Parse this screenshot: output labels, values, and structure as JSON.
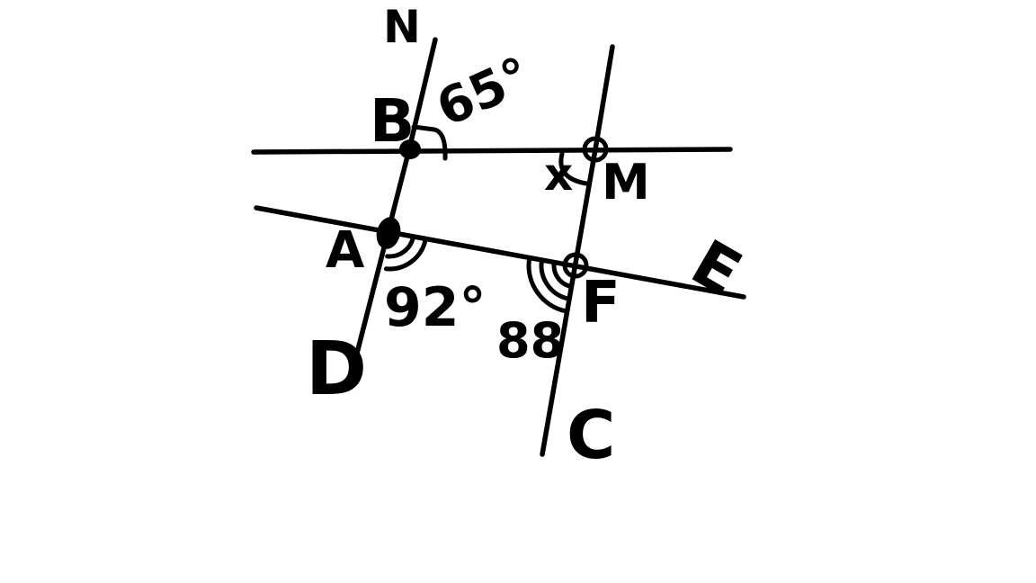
{
  "canvas": {
    "background_color": "#ffffff",
    "ink_color": "#000000"
  },
  "diagram": {
    "points": {
      "N": "N",
      "B": "B",
      "M": "M",
      "A": "A",
      "F": "F",
      "D": "D",
      "C": "C",
      "E": "E"
    },
    "angles": {
      "at_B": "65°",
      "at_M": "x",
      "at_A": "92°",
      "at_F": "88"
    }
  }
}
